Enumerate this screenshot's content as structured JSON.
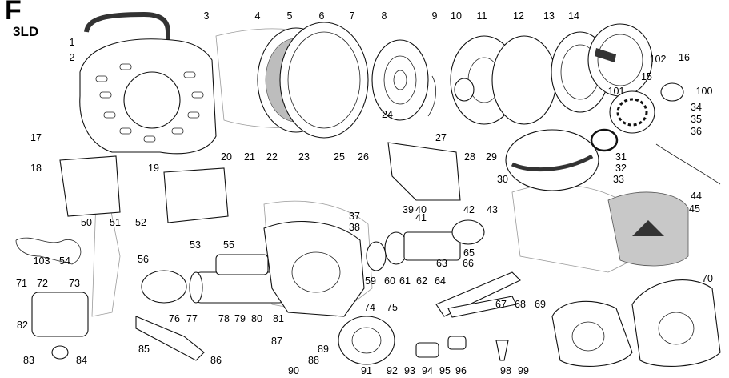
{
  "header": {
    "section_letter": "F",
    "model": "3LD"
  },
  "callouts": [
    "1",
    "2",
    "3",
    "4",
    "5",
    "6",
    "7",
    "8",
    "9",
    "10",
    "11",
    "12",
    "13",
    "14",
    "15",
    "16",
    "17",
    "18",
    "19",
    "20",
    "21",
    "22",
    "23",
    "24",
    "25",
    "26",
    "27",
    "28",
    "29",
    "30",
    "31",
    "32",
    "33",
    "34",
    "35",
    "36",
    "37",
    "38",
    "39",
    "40",
    "41",
    "42",
    "43",
    "44",
    "45",
    "50",
    "51",
    "52",
    "53",
    "54",
    "55",
    "56",
    "59",
    "60",
    "61",
    "62",
    "63",
    "64",
    "65",
    "66",
    "67",
    "68",
    "69",
    "70",
    "71",
    "72",
    "73",
    "74",
    "75",
    "76",
    "77",
    "78",
    "79",
    "80",
    "81",
    "82",
    "83",
    "84",
    "85",
    "86",
    "87",
    "88",
    "89",
    "90",
    "91",
    "92",
    "93",
    "94",
    "95",
    "96",
    "98",
    "99",
    "100",
    "101",
    "102",
    "103"
  ],
  "colors": {
    "line": "#111111",
    "ghost": "#9a9a9a",
    "shaded": "#c8c8c8",
    "dark": "#2a2a2a"
  }
}
